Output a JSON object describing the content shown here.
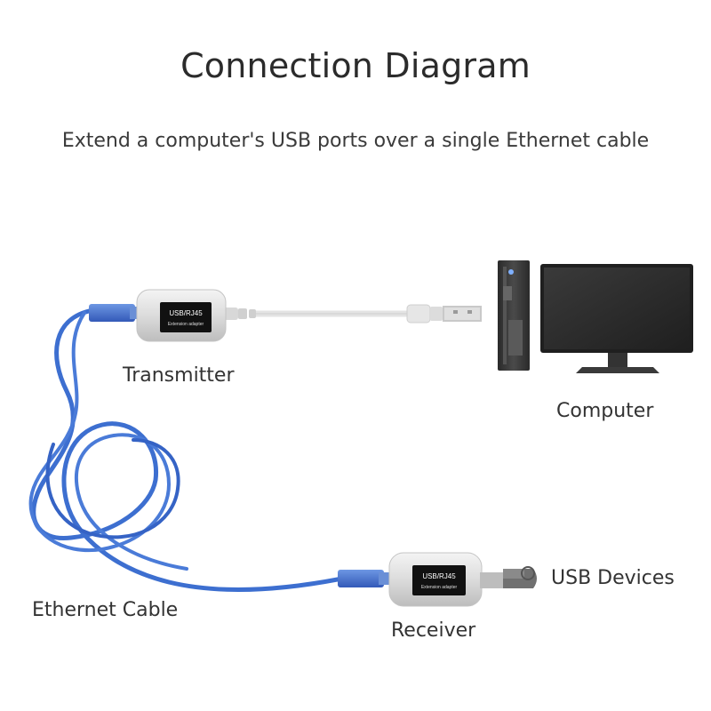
{
  "title": "Connection Diagram",
  "subtitle": "Extend a computer's USB ports over a single Ethernet cable",
  "labels": {
    "transmitter": "Transmitter",
    "computer": "Computer",
    "usb_devices": "USB Devices",
    "ethernet_cable": "Ethernet Cable",
    "receiver": "Receiver"
  },
  "adapter": {
    "line1": "USB/RJ45",
    "line2": "Extension adapter"
  },
  "colors": {
    "ethernet_cable": "#3d6fd0",
    "usb_cable": "#e8e8e8",
    "adapter_body": "#e4e4e4",
    "adapter_label": "#111111",
    "computer_body": "#3c3c3c",
    "monitor_screen": "#2b2b2b"
  }
}
